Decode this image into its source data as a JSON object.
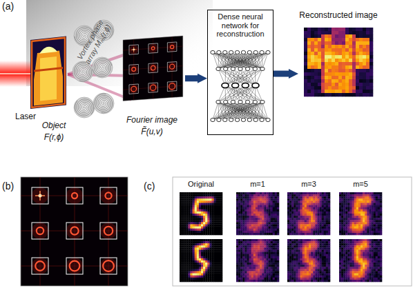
{
  "diagram": {
    "nodes": [
      {
        "text": [
          "Object",
          "F(r,ϕ)"
        ]
      },
      {
        "text": [
          "Vortex phase array Mₘ(r,ϕ)"
        ]
      },
      {
        "text": [
          "Fourier image",
          "F̃(u,v)"
        ]
      },
      {
        "text": [
          "Dense neural network for reconstruction"
        ]
      },
      {
        "text": [
          "Reconstructed image"
        ]
      }
    ],
    "edges": [
      {
        "from": 2,
        "to": 3,
        "arrow": "to"
      },
      {
        "from": 3,
        "to": 4,
        "arrow": "to"
      }
    ],
    "labels": [
      "(a)",
      "Laser",
      "(b)",
      "(c)",
      "Original",
      "m=1",
      "m=3",
      "m=5"
    ]
  }
}
